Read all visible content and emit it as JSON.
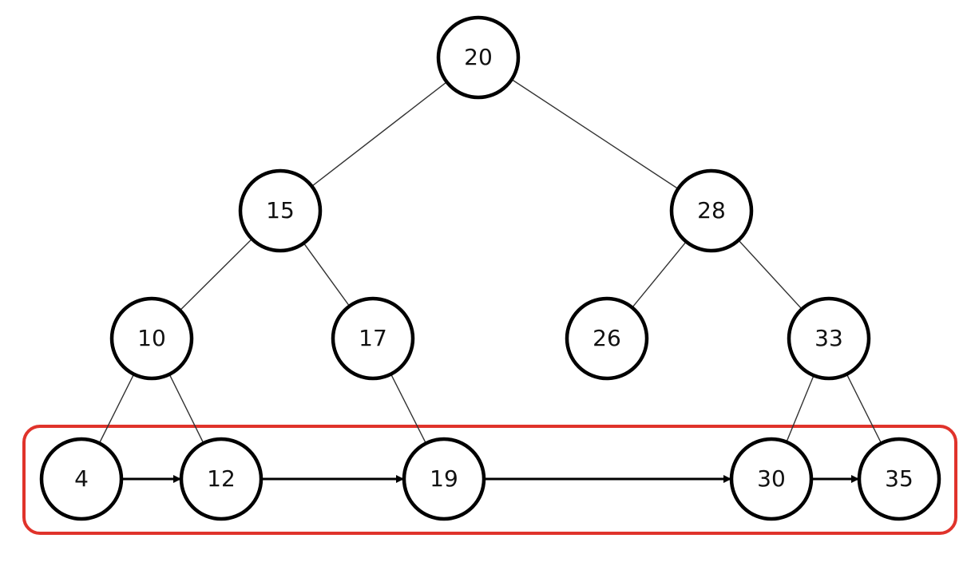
{
  "tree": {
    "nodes": [
      {
        "id": "n20",
        "label": "20"
      },
      {
        "id": "n15",
        "label": "15"
      },
      {
        "id": "n28",
        "label": "28"
      },
      {
        "id": "n10",
        "label": "10"
      },
      {
        "id": "n17",
        "label": "17"
      },
      {
        "id": "n26",
        "label": "26"
      },
      {
        "id": "n33",
        "label": "33"
      },
      {
        "id": "n4",
        "label": "4"
      },
      {
        "id": "n12",
        "label": "12"
      },
      {
        "id": "n19",
        "label": "19"
      },
      {
        "id": "n30",
        "label": "30"
      },
      {
        "id": "n35",
        "label": "35"
      }
    ],
    "edges": [
      [
        "n20",
        "n15"
      ],
      [
        "n20",
        "n28"
      ],
      [
        "n15",
        "n10"
      ],
      [
        "n15",
        "n17"
      ],
      [
        "n28",
        "n26"
      ],
      [
        "n28",
        "n33"
      ],
      [
        "n10",
        "n4"
      ],
      [
        "n10",
        "n12"
      ],
      [
        "n17",
        "n19"
      ],
      [
        "n33",
        "n30"
      ],
      [
        "n33",
        "n35"
      ]
    ],
    "leaf_links": [
      [
        "n4",
        "n12"
      ],
      [
        "n12",
        "n19"
      ],
      [
        "n19",
        "n30"
      ],
      [
        "n30",
        "n35"
      ]
    ]
  },
  "colors": {
    "node_stroke": "#000000",
    "edge": "#333333",
    "arrow": "#000000",
    "highlight_box": "#e0332b"
  }
}
